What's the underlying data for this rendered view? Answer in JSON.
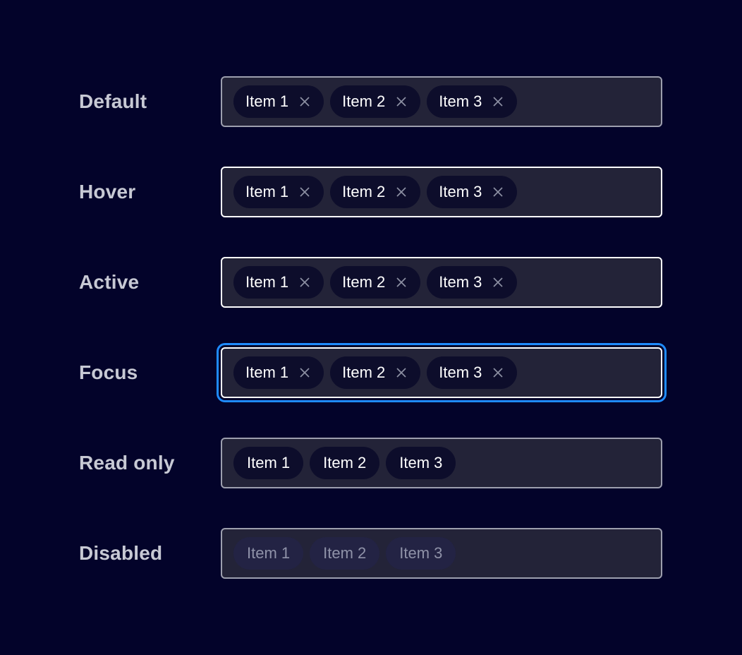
{
  "page": {
    "background_color": "#03032a",
    "label_color": "#c7c9d4",
    "field_background": "#232338",
    "chip_background": "#0d0d2b",
    "chip_text_color": "#ffffff",
    "close_icon_color": "#8d90a3",
    "border_default": "#9d9fae",
    "border_emphasis": "#ffffff",
    "focus_ring_color": "#1f8bff",
    "disabled_chip_background": "#232344",
    "disabled_chip_text": "#8f92a8"
  },
  "rows": [
    {
      "label": "Default",
      "state": "default",
      "chips": [
        {
          "label": "Item 1",
          "close_icon": "close-icon",
          "removable": true
        },
        {
          "label": "Item 2",
          "close_icon": "close-icon",
          "removable": true
        },
        {
          "label": "Item 3",
          "close_icon": "close-icon",
          "removable": true
        }
      ]
    },
    {
      "label": "Hover",
      "state": "hover",
      "chips": [
        {
          "label": "Item 1",
          "close_icon": "close-icon",
          "removable": true
        },
        {
          "label": "Item 2",
          "close_icon": "close-icon",
          "removable": true
        },
        {
          "label": "Item 3",
          "close_icon": "close-icon",
          "removable": true
        }
      ]
    },
    {
      "label": "Active",
      "state": "active",
      "chips": [
        {
          "label": "Item 1",
          "close_icon": "close-icon",
          "removable": true
        },
        {
          "label": "Item 2",
          "close_icon": "close-icon",
          "removable": true
        },
        {
          "label": "Item 3",
          "close_icon": "close-icon",
          "removable": true
        }
      ]
    },
    {
      "label": "Focus",
      "state": "focus",
      "chips": [
        {
          "label": "Item 1",
          "close_icon": "close-icon",
          "removable": true
        },
        {
          "label": "Item 2",
          "close_icon": "close-icon",
          "removable": true
        },
        {
          "label": "Item 3",
          "close_icon": "close-icon",
          "removable": true
        }
      ]
    },
    {
      "label": "Read only",
      "state": "readonly",
      "chips": [
        {
          "label": "Item 1",
          "removable": false
        },
        {
          "label": "Item 2",
          "removable": false
        },
        {
          "label": "Item 3",
          "removable": false
        }
      ]
    },
    {
      "label": "Disabled",
      "state": "disabled",
      "chips": [
        {
          "label": "Item 1",
          "removable": false
        },
        {
          "label": "Item 2",
          "removable": false
        },
        {
          "label": "Item 3",
          "removable": false
        }
      ]
    }
  ]
}
